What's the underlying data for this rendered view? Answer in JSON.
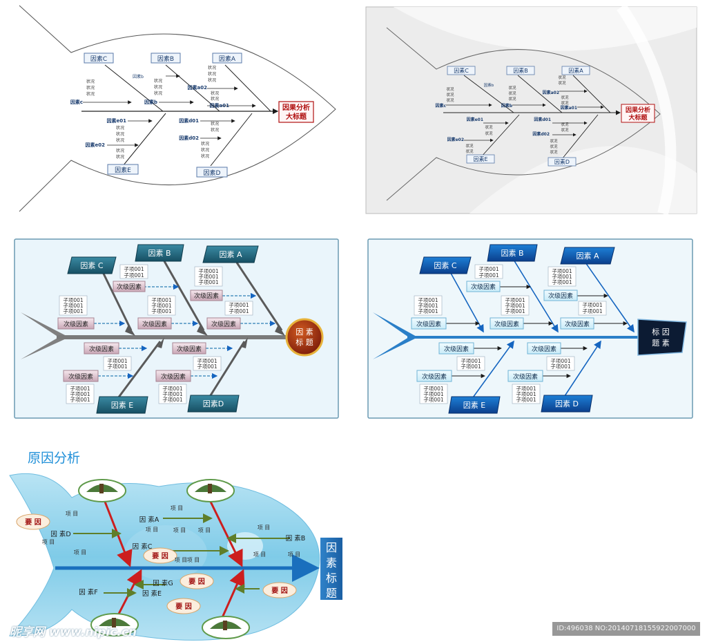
{
  "diagram1": {
    "factors": {
      "a": "因素A",
      "b": "因素B",
      "c": "因素C",
      "d": "因素D",
      "e": "因素E"
    },
    "title_line1": "因果分析",
    "title_line2": "大标题",
    "sub": {
      "a02": "因素a02",
      "a01": "因素a01",
      "b": "因素b",
      "b_small": "因素b",
      "c": "因素c",
      "d01": "因素d01",
      "d02": "因素d02",
      "e01": "因素e01",
      "e02": "因素e02"
    },
    "item": "状况"
  },
  "diagram3": {
    "factors": {
      "a": "因素 A",
      "b": "因素 B",
      "c": "因素 C",
      "d": "因素D",
      "e": "因素 E"
    },
    "head_line1": "因 素",
    "head_line2": "标 题",
    "secondary": "次级因素",
    "subitem": "子项001"
  },
  "diagram4": {
    "factors": {
      "a": "因素 A",
      "b": "因素 B",
      "c": "因素 C",
      "d": "因素 D",
      "e": "因素 E"
    },
    "head_line1": "标 因",
    "head_line2": "题 素",
    "secondary": "次级因素",
    "subitem": "子项001"
  },
  "diagram5": {
    "section_title": "原因分析",
    "head": [
      "因",
      "素",
      "标",
      "题"
    ],
    "reason": "要 因",
    "item": "项 目",
    "factors": {
      "a": "因 素A",
      "b": "因 素B",
      "c": "因 素C",
      "d": "因 素D",
      "e": "因 素E",
      "f": "因 素F",
      "g": "因 素G"
    }
  },
  "watermark": {
    "logo": "昵享网 www.nipic.cn",
    "id": "ID:496038 NO:20140718155922007000"
  },
  "colors": {
    "navy": "#1a3c6e",
    "deepred": "#b01010",
    "teal": "#236a82",
    "brightblue": "#0a6fc4",
    "lightblue": "#8fd1ec",
    "arrowred": "#cc1e1e",
    "arrowgreen": "#5f7e2a"
  }
}
